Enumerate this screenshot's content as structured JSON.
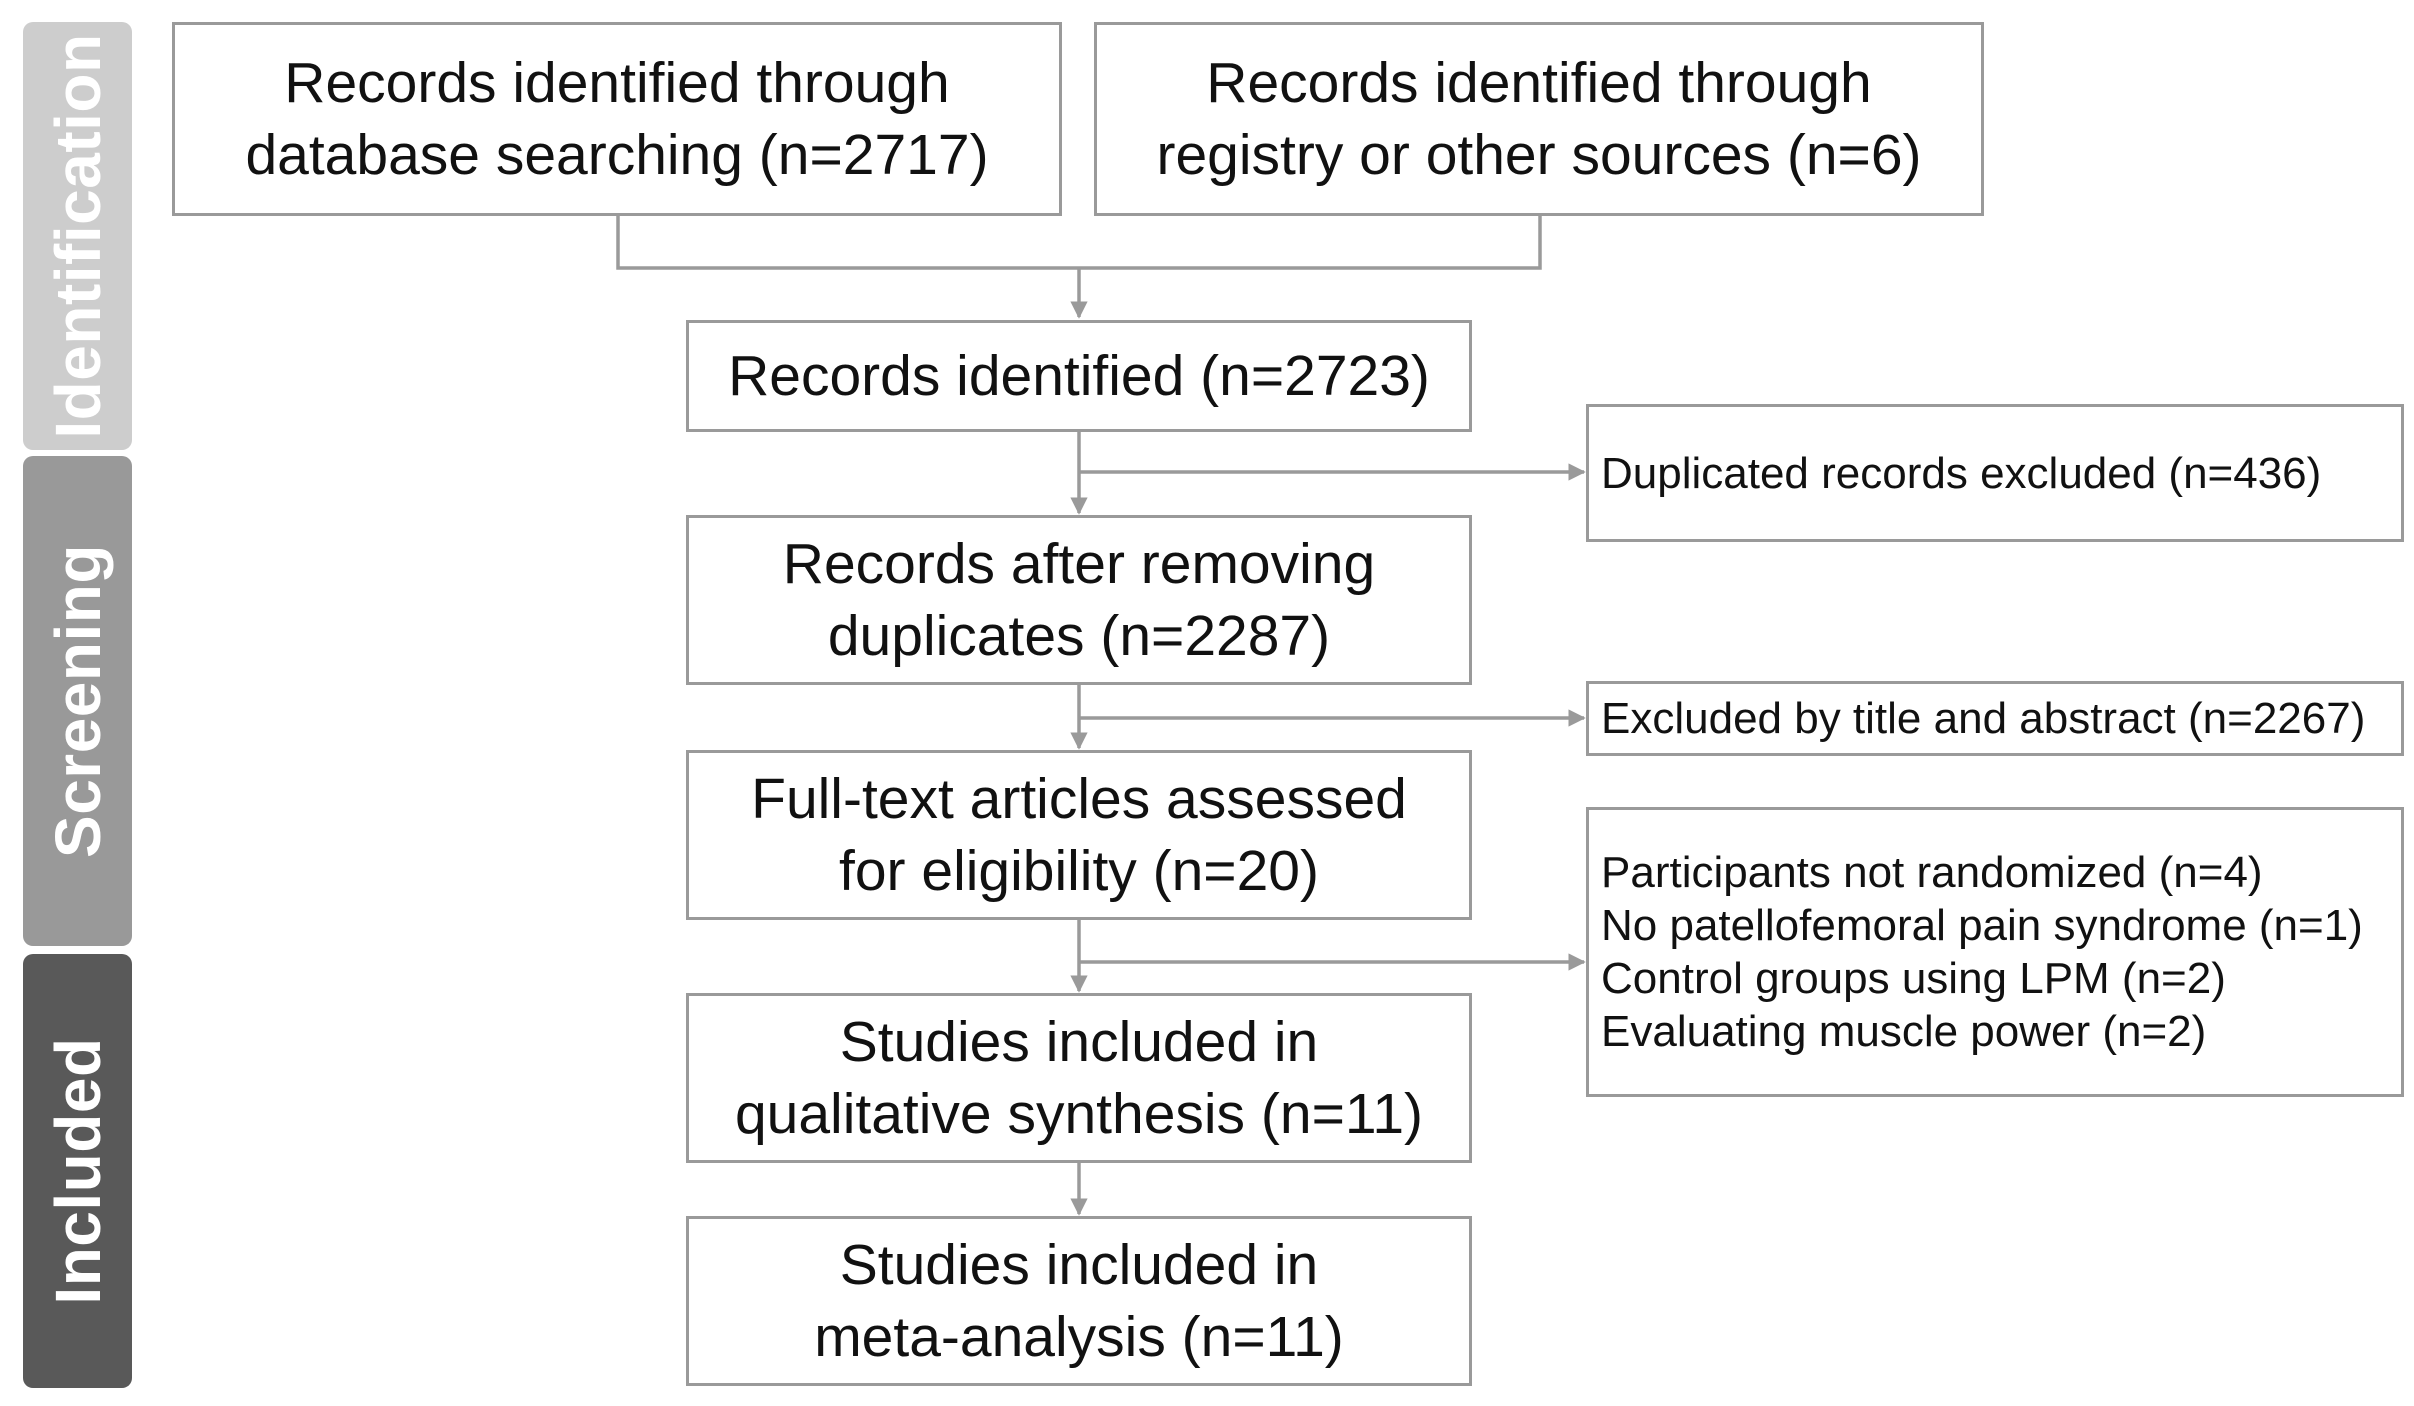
{
  "colors": {
    "identification": "#cdcdcd",
    "screening": "#999999",
    "included": "#595959",
    "box_border": "#9a9a9a",
    "connector": "#9a9a9a"
  },
  "phases": {
    "identification": "Identification",
    "screening": "Screening",
    "included": "Included"
  },
  "boxes": {
    "database": [
      "Records identified through",
      "database searching (n=2717)"
    ],
    "registry": [
      "Records identified through",
      "registry or other sources (n=6)"
    ],
    "identified": [
      "Records identified (n=2723)"
    ],
    "after_duplicates": [
      "Records after removing",
      "duplicates (n=2287)"
    ],
    "full_text": [
      "Full-text articles assessed",
      "for eligibility (n=20)"
    ],
    "qualitative": [
      "Studies included in",
      "qualitative synthesis (n=11)"
    ],
    "meta": [
      "Studies included in",
      "meta-analysis (n=11)"
    ]
  },
  "exclusions": {
    "duplicates": [
      "Duplicated records excluded (n=436)"
    ],
    "title_abstract": [
      "Excluded by title and abstract (n=2267)"
    ],
    "full_text": [
      "Participants not randomized (n=4)",
      "No patellofemoral pain syndrome (n=1)",
      "Control groups using LPM (n=2)",
      "Evaluating muscle power (n=2)"
    ]
  }
}
